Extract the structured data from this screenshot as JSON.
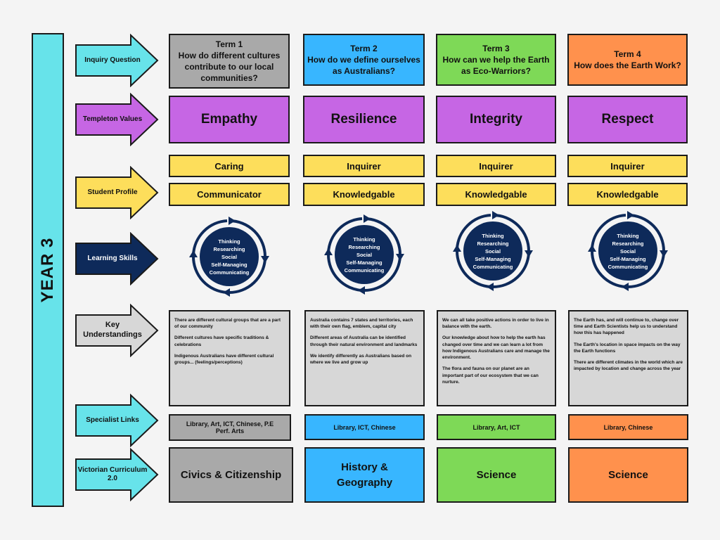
{
  "year_label": "YEAR 3",
  "colors": {
    "cyan": "#67e3ea",
    "purple": "#c666e4",
    "yellow": "#fdde5b",
    "navy": "#0e2a5a",
    "grey": "#a9a9a9",
    "light_grey": "#d7d7d7",
    "blue": "#38b6ff",
    "green": "#7ed957",
    "orange": "#ff914d"
  },
  "row_labels": {
    "inquiry": "Inquiry Question",
    "values": "Templeton Values",
    "profile": "Student Profile",
    "skills": "Learning Skills",
    "understandings": "Key Understandings",
    "specialist": "Specialist Links",
    "curriculum": "Victorian Curriculum 2.0"
  },
  "terms": [
    {
      "term": "Term 1",
      "question": "How do different cultures contribute to our local communities?",
      "value": "Empathy",
      "profile": [
        "Caring",
        "Communicator"
      ],
      "skills": [
        "Thinking",
        "Researching",
        "Social",
        "Self-Managing",
        "Communicating"
      ],
      "understandings": [
        "There are different cultural groups that are a part of our community",
        "Different cultures have specific traditions & celebrations",
        "Indigenous Australians have different cultural groups... (feelings/perceptions)"
      ],
      "specialist": "Library, Art, ICT, Chinese, P.E Perf. Arts",
      "curriculum": "Civics & Citizenship"
    },
    {
      "term": "Term 2",
      "question": "How do we define ourselves as Australians?",
      "value": "Resilience",
      "profile": [
        "Inquirer",
        "Knowledgable"
      ],
      "skills": [
        "Thinking",
        "Researching",
        "Social",
        "Self-Managing",
        "Communicating"
      ],
      "understandings": [
        "Australia contains 7 states and territories, each with their own flag, emblem, capital city",
        "Different areas of Australia can be identified through their natural environment and landmarks",
        "We identify differently as Australians based on where we live and grow up"
      ],
      "specialist": "Library, ICT, Chinese",
      "curriculum": "History & Geography"
    },
    {
      "term": "Term 3",
      "question": "How can we help the Earth as Eco-Warriors?",
      "value": "Integrity",
      "profile": [
        "Inquirer",
        "Knowledgable"
      ],
      "skills": [
        "Thinking",
        "Researching",
        "Social",
        "Self-Managing",
        "Communicating"
      ],
      "understandings": [
        "We can all take positive actions in order to live in balance with the earth.",
        "Our knowledge about how to help the earth has changed over time and we can learn a lot from how Indigenous Australians care and manage the environment.",
        "The flora and fauna on our planet are an important part of our ecosystem that we can nurture."
      ],
      "specialist": "Library, Art, ICT",
      "curriculum": "Science"
    },
    {
      "term": "Term 4",
      "question": "How does the Earth Work?",
      "value": "Respect",
      "profile": [
        "Inquirer",
        "Knowledgable"
      ],
      "skills": [
        "Thinking",
        "Researching",
        "Social",
        "Self-Managing",
        "Communicating"
      ],
      "understandings": [
        "The Earth has, and will continue to, change over time and Earth Scientists help us to understand how this has happened",
        "The Earth's location in space impacts on the way the Earth functions",
        "There are different climates in the world which are impacted by location and change across the year"
      ],
      "specialist": "Library, Chinese",
      "curriculum": "Science"
    }
  ]
}
